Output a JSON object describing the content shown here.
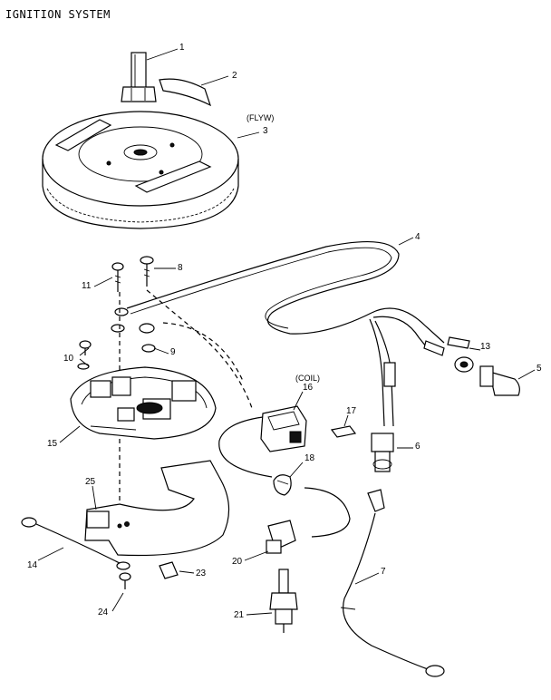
{
  "title": "IGNITION SYSTEM",
  "notes": {
    "flywheel": "(FLYW)",
    "coil": "(COIL)"
  },
  "callouts": [
    "1",
    "2",
    "3",
    "4",
    "5",
    "6",
    "7",
    "8",
    "9",
    "10",
    "11",
    "13",
    "14",
    "15",
    "16",
    "17",
    "18",
    "20",
    "21",
    "23",
    "24",
    "25"
  ]
}
